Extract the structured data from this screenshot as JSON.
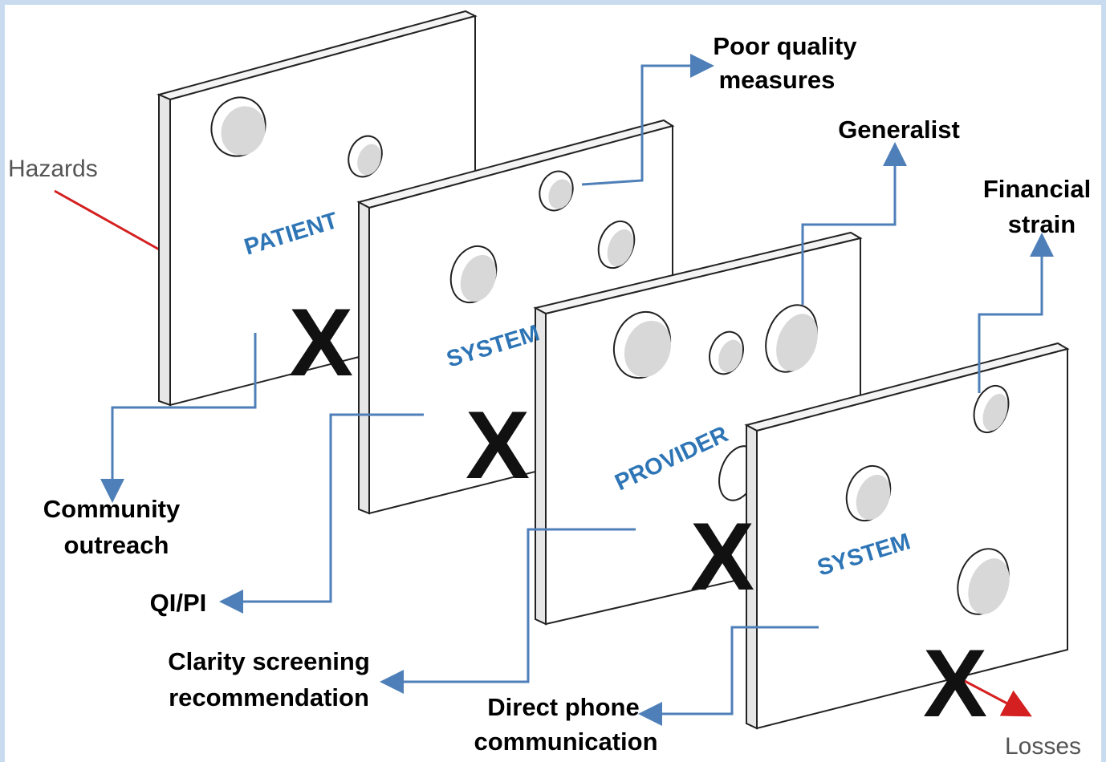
{
  "labels": {
    "hazards": "Hazards",
    "losses": "Losses"
  },
  "plates": [
    {
      "label": "PATIENT"
    },
    {
      "label": "SYSTEM"
    },
    {
      "label": "PROVIDER"
    },
    {
      "label": "SYSTEM"
    }
  ],
  "x_mark": "X",
  "callouts": {
    "poor_quality": [
      "Poor quality",
      "measures"
    ],
    "generalist": "Generalist",
    "financial": [
      "Financial",
      "strain"
    ],
    "community": [
      "Community",
      "outreach"
    ],
    "qipi": "QI/PI",
    "clarity": [
      "Clarity screening",
      "recommendation"
    ],
    "direct_phone": [
      "Direct phone",
      "communication"
    ]
  },
  "colors": {
    "arrow": "#4f7fb8",
    "hazard_line": "#d42020",
    "plate_label": "#2e75b6",
    "frame": "#c9dcef"
  }
}
